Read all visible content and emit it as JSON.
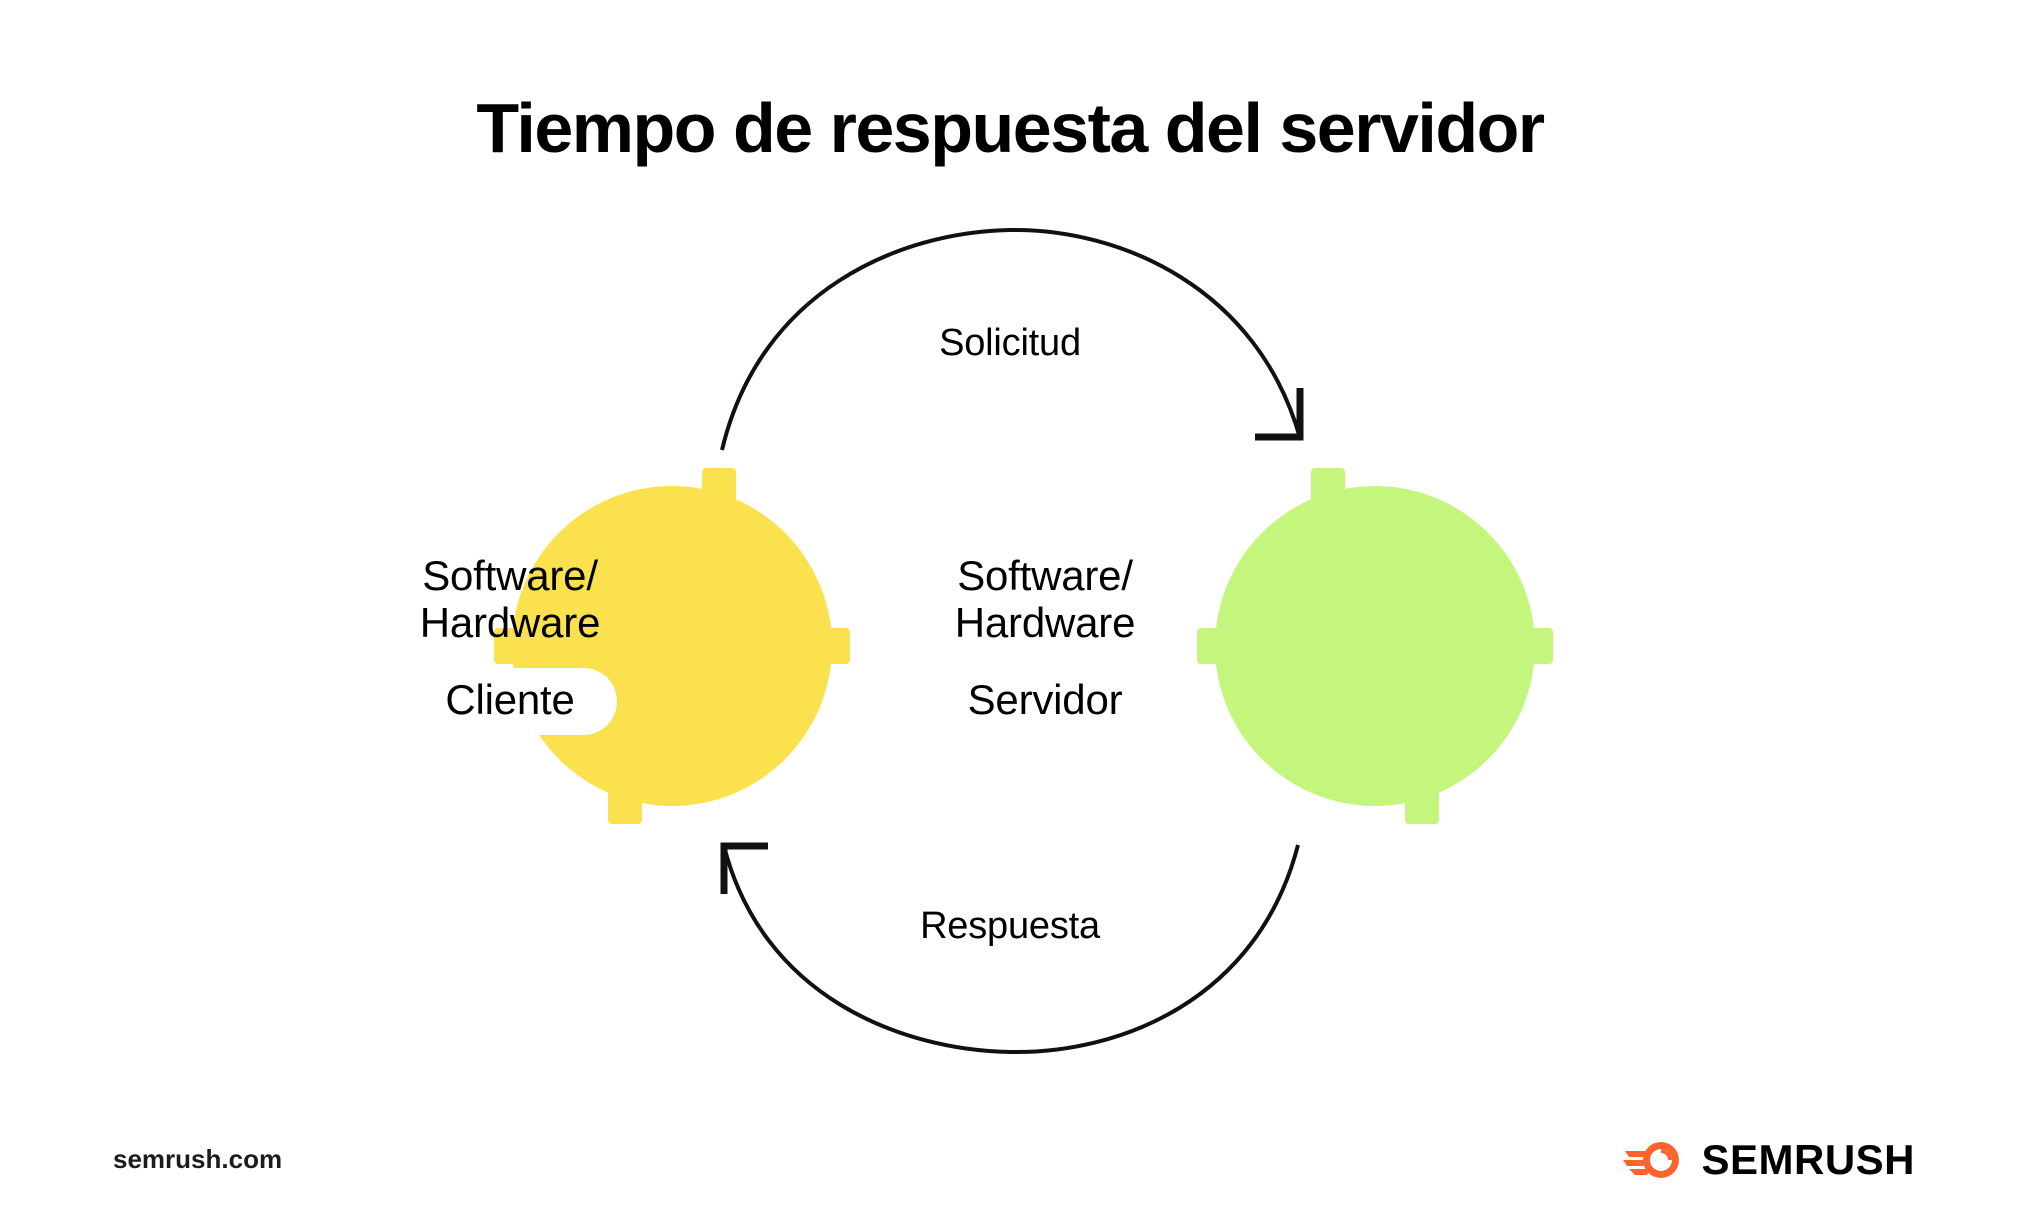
{
  "page": {
    "title": "Tiempo de respuesta del servidor",
    "background_color": "#FFFFFF"
  },
  "diagram": {
    "type": "cycle",
    "nodes": [
      {
        "id": "client",
        "heading_line1": "Software/",
        "heading_line2": "Hardware",
        "pill_label": "Cliente",
        "fill_color": "#FBE14D",
        "pill_color": "#FFFFFF"
      },
      {
        "id": "server",
        "heading_line1": "Software/",
        "heading_line2": "Hardware",
        "pill_label": "Servidor",
        "fill_color": "#C4F57C",
        "pill_color": "#FFFFFF"
      }
    ],
    "edges": [
      {
        "id": "request",
        "label": "Solicitud",
        "from": "client",
        "to": "server",
        "direction": "clockwise",
        "stroke_color": "#000000"
      },
      {
        "id": "response",
        "label": "Respuesta",
        "from": "server",
        "to": "client",
        "direction": "counterclockwise",
        "stroke_color": "#000000"
      }
    ]
  },
  "footer": {
    "url": "semrush.com",
    "brand": "SEMRUSH",
    "logo_icon": "semrush-comet-icon",
    "logo_color": "#FF642D"
  }
}
